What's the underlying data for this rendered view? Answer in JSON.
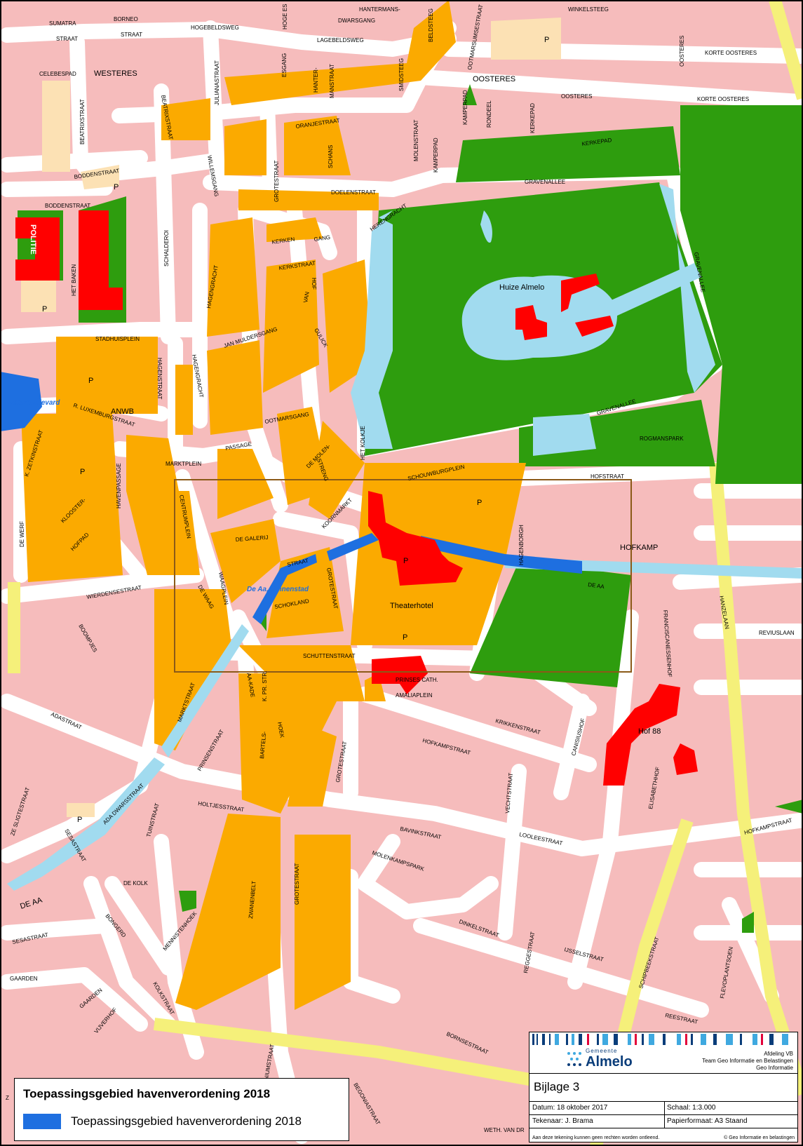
{
  "colors": {
    "residential": "#f6bcbc",
    "center": "#fbaa00",
    "road": "#ffffff",
    "park": "#2e9d0e",
    "water": "#a1dbef",
    "harbour": "#1e6fe0",
    "building": "#ff0000",
    "parking": "#fce1b4",
    "main_road": "#f5f07a",
    "frame": "#8b5a18"
  },
  "labels": {
    "sumatra": "SUMATRA",
    "straat1": "STRAAT",
    "borneo": "BORNEO",
    "straat2": "STRAAT",
    "hogebeldsweg": "HOGEBELDSWEG",
    "hogees": "HOGE ES",
    "hantermans": "HANTERMANS-",
    "dwarsgang": "DWARSGANG",
    "lagebeldsweg": "LAGEBELDSWEG",
    "beldsteeg": "BELDSTEEG",
    "ootmarsumsestraat": "OOTMARSUMSESTRAAT",
    "winkelsteeg": "WINKELSTEEG",
    "p1": "P",
    "oosteres1": "OOSTERES",
    "korteoosteres1": "KORTE OOSTERES",
    "celebespad": "CELEBESPAD",
    "westeres": "WESTERES",
    "julianastraat": "JULIANASTRAAT",
    "esgang": "ESGANG",
    "hanter": "HANTER-",
    "manstraat": "MANSTRAAT",
    "smidsteeg": "SMIDSTEEG",
    "oosteres2": "OOSTERES",
    "oosteres3": "OOSTERES",
    "korteoosteres2": "KORTE OOSTERES",
    "beatrixstraat1": "BEATRIXSTRAAT",
    "beatrixstraat2": "BEATRIXSTRAAT",
    "oranjestraat": "ORANJESTRAAT",
    "molenstraat": "MOLENSTRAAT",
    "kamperpad1": "KAMPERPAD",
    "kamperpad2": "KAMPERPAD",
    "rondeel": "RONDEEL",
    "kerkepad1": "KERKEPAD",
    "kerkepad2": "KERKEPAD",
    "boddenstraat1": "BODDENSTRAAT",
    "p2": "P",
    "willemsgang": "WILLEMSGANG",
    "grotestraat1": "GROTESTRAAT",
    "schans": "SCHANS",
    "gravenallee1": "GRAVENALLEE",
    "boddenstraat2": "BODDENSTRAAT",
    "doelenstraat": "DOELENSTRAAT",
    "politie": "POLITIE",
    "schalderoi": "SCHALDEROI",
    "kerken": "KERKEN",
    "gang": "GANG",
    "herengracht": "HERENGRACHT",
    "gravenallee2": "GRAVENALLEE",
    "hetbaken": "HET BAKEN",
    "hagengracht1": "HAGENGRACHT",
    "kerkstraat": "KERKSTRAAT",
    "hof": "HOF",
    "van": "VAN",
    "huizealmelo": "Huize Almelo",
    "p3": "P",
    "gulick": "GULICK",
    "stadhuisplein": "STADHUISPLEIN",
    "janmuldersgang": "JAN MULDERSGANG",
    "hagenstraat": "HAGENSTRAAT",
    "hagengracht2": "HAGENGRACHT",
    "p4": "P",
    "waterboulevard": "Waterboulevard",
    "anwb": "ANWB",
    "rluxemburgstraat": "R. LUXEMBURGSTRAAT",
    "ootmarsgang": "OOTMARSGANG",
    "gravenallee3": "GRAVENALLEE",
    "kzetkinstraat": "K. ZETKINSTRAAT",
    "hetkolkje": "HET KOLKJE",
    "demolen": "DE MOLEN-",
    "passage": "PASSAGE",
    "rogmanspark": "ROGMANSPARK",
    "streng": "STRENG",
    "p5": "P",
    "havenpassage": "HAVENPASSAGE",
    "marktplein": "MARKTPLEIN",
    "schouwburgplein": "SCHOUWBURGPLEIN",
    "hofstraat": "HOFSTRAAT",
    "centrumplein": "CENTRUMPLEIN",
    "p6": "P",
    "klooster": "KLOOSTER-",
    "hofpad": "HOFPAD",
    "koornmarkt": "KOORNMARKT",
    "dewerf": "DE WERF",
    "degalerij": "DE GALERIJ",
    "hagenborgh": "HAGENBORGH",
    "hofkamp": "HOFKAMP",
    "straat3": "STRAAT",
    "p7": "P",
    "grotestraat2": "GROTESTRAAT",
    "deaa1": "DE AA",
    "wierdensestraat": "WIERDENSESTRAAT",
    "waagplein": "WAAGPLEIN",
    "dewaag": "DE WAAG",
    "deaabinnenstad": "De Aa, Binnenstad",
    "schokland": "SCHOKLAND",
    "theaterhotel": "Theaterhotel",
    "franciscanessenhof": "FRANCISCANESSENHOF",
    "hanzelaan": "HANZELAAN",
    "reviuslaan": "REVIUSLAAN",
    "boompjes": "BOOMPJES",
    "p8": "P",
    "schuttenstraat": "SCHUTTENSTRAAT",
    "aakade": "AA-KADE",
    "kprstr": "K. PR. STR.",
    "prinsescath": "PRINSES CATH.",
    "amaliaplein": "AMALIAPLEIN",
    "marktstraat": "MARKTSTRAAT",
    "adastraat": "ADASTRAAT",
    "hoek": "HOEK",
    "krikkenstraat": "KRIKKENSTRAAT",
    "canisiushof": "CANISIUSHOF",
    "hof88": "Hof 88",
    "prinsenstraat": "PRINSENSTRAAT",
    "hofkampstraat1": "HOFKAMPSTRAAT",
    "bartels": "BARTELS-",
    "grotestraat3": "GROTESTRAAT",
    "elisabethhof": "ELISABETHHOF",
    "zesligtestraat": "ZE SLIGTESTRAAT",
    "p9": "P",
    "adadwarsstraat": "ADA DWARSSTRAAT",
    "vechtstraat": "VECHTSTRAAT",
    "holtjesstraat": "HOLTJESSTRAAT",
    "tuinstraat": "TUINSTRAAT",
    "sesastraat1": "SESASTRAAT",
    "bavinkstraat": "BAVINKSTRAAT",
    "looleestraat": "LOOLEESTRAAT",
    "hofkampstraat2": "HOFKAMPSTRAAT",
    "molenkampspark": "MOLENKAMPSPARK",
    "dekolk": "DE KOLK",
    "zwanenbelt": "ZWANENBELT",
    "grotestraat4": "GROTESTRAAT",
    "deaa2": "DE AA",
    "bongerd": "BONGERD",
    "mennistenhoek": "MENNISTENHOEK",
    "dinkelstraat": "DINKELSTRAAT",
    "sesastraat2": "SESASTRAAT",
    "reggestraat": "REGGESTRAAT",
    "ijsselstraat": "IJSSELSTRAAT",
    "schipbeekstraat": "SCHIPBEEKSTRAAT",
    "fleviopantsoen": "FLEVOPLANTSOEN",
    "gaarden1": "GAARDEN",
    "gaarden2": "GAARDEN",
    "kolkstraat": "KOLKSTRAAT",
    "vijverhof": "VIJVERHOF",
    "reestraat": "REESTRAAT",
    "bornsestraat": "BORNSESTRAAT",
    "niumstraat": "NIUMSTRAAT",
    "begoniastraat": "BEGONIASTRAAT",
    "wethvandr": "WETH. VAN DR",
    "z": "Z"
  },
  "legend": {
    "title": "Toepassingsgebied havenverordening 2018",
    "item": "Toepassingsgebied havenverordening 2018"
  },
  "titleblock": {
    "gemeente": "Gemeente",
    "almelo": "Almelo",
    "dept1": "Afdeling VB",
    "dept2": "Team Geo Informatie en Belastingen",
    "dept3": "Geo Informatie",
    "bijlage": "Bijlage 3",
    "datum": "Datum: 18 oktober 2017",
    "schaal": "Schaal: 1:3.000",
    "tekenaar": "Tekenaar: J. Brama",
    "papierformaat": "Papierformaat: A3 Staand",
    "disclaimer": "Aan deze tekening kunnen geen rechten worden ontleend.",
    "copyright": "© Geo Informatie en belastingen"
  }
}
